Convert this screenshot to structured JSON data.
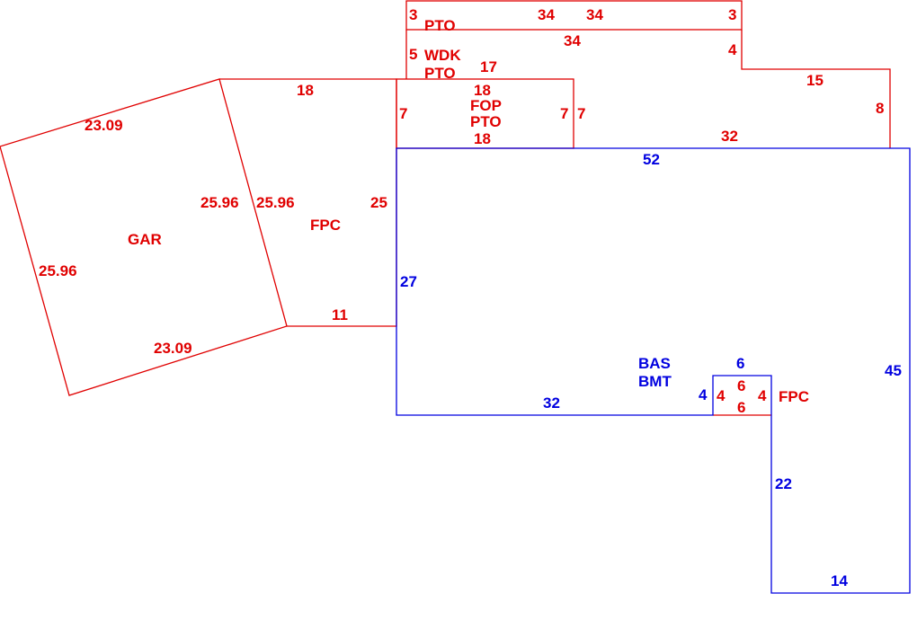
{
  "colors": {
    "secondary_area": "#e00000",
    "main_area": "#0000e0"
  },
  "areas": {
    "pto_top": {
      "label": "PTO",
      "dims": [
        "3",
        "34",
        "34",
        "3"
      ]
    },
    "wdk": {
      "label": "WDK",
      "label2": "PTO",
      "dims": [
        "5",
        "34",
        "4",
        "17",
        "15",
        "8",
        "7",
        "32"
      ]
    },
    "fop": {
      "label": "FOP",
      "label2": "PTO",
      "dims": [
        "18",
        "18",
        "7",
        "7"
      ]
    },
    "fpc_left": {
      "label": "FPC",
      "dims": [
        "18",
        "25.96",
        "25",
        "11"
      ]
    },
    "gar": {
      "label": "GAR",
      "dims": [
        "23.09",
        "25.96",
        "25.96",
        "23.09"
      ]
    },
    "bas": {
      "label": "BAS",
      "label2": "BMT",
      "dims": [
        "52",
        "27",
        "32",
        "45",
        "22",
        "14",
        "6",
        "4"
      ]
    },
    "fpc_small": {
      "label": "FPC",
      "dims": [
        "4",
        "6",
        "6",
        "4"
      ]
    }
  }
}
